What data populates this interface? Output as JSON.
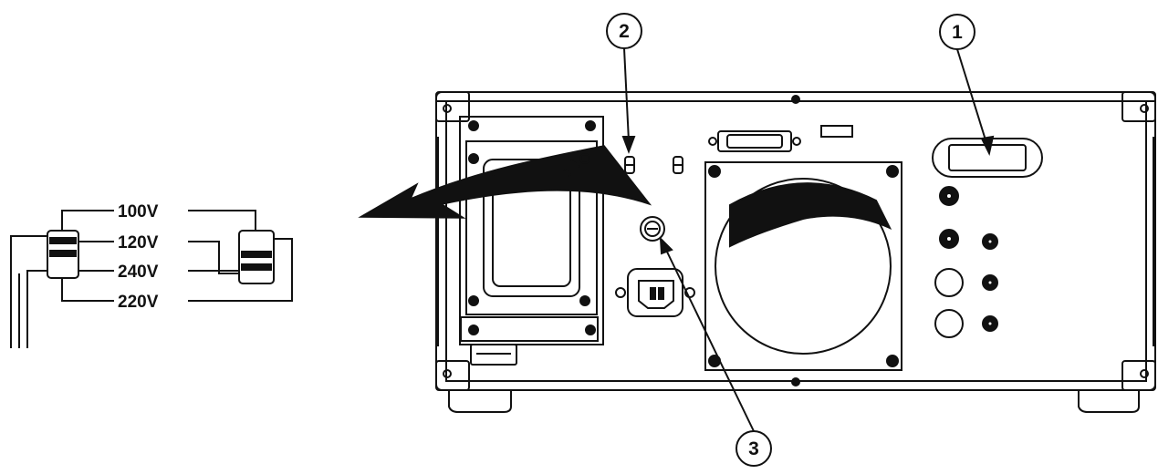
{
  "voltage_selector": {
    "labels": [
      "100V",
      "120V",
      "240V",
      "220V"
    ]
  },
  "callouts": {
    "one": "1",
    "two": "2",
    "three": "3"
  },
  "colors": {
    "ink": "#111111",
    "paper": "#ffffff"
  }
}
